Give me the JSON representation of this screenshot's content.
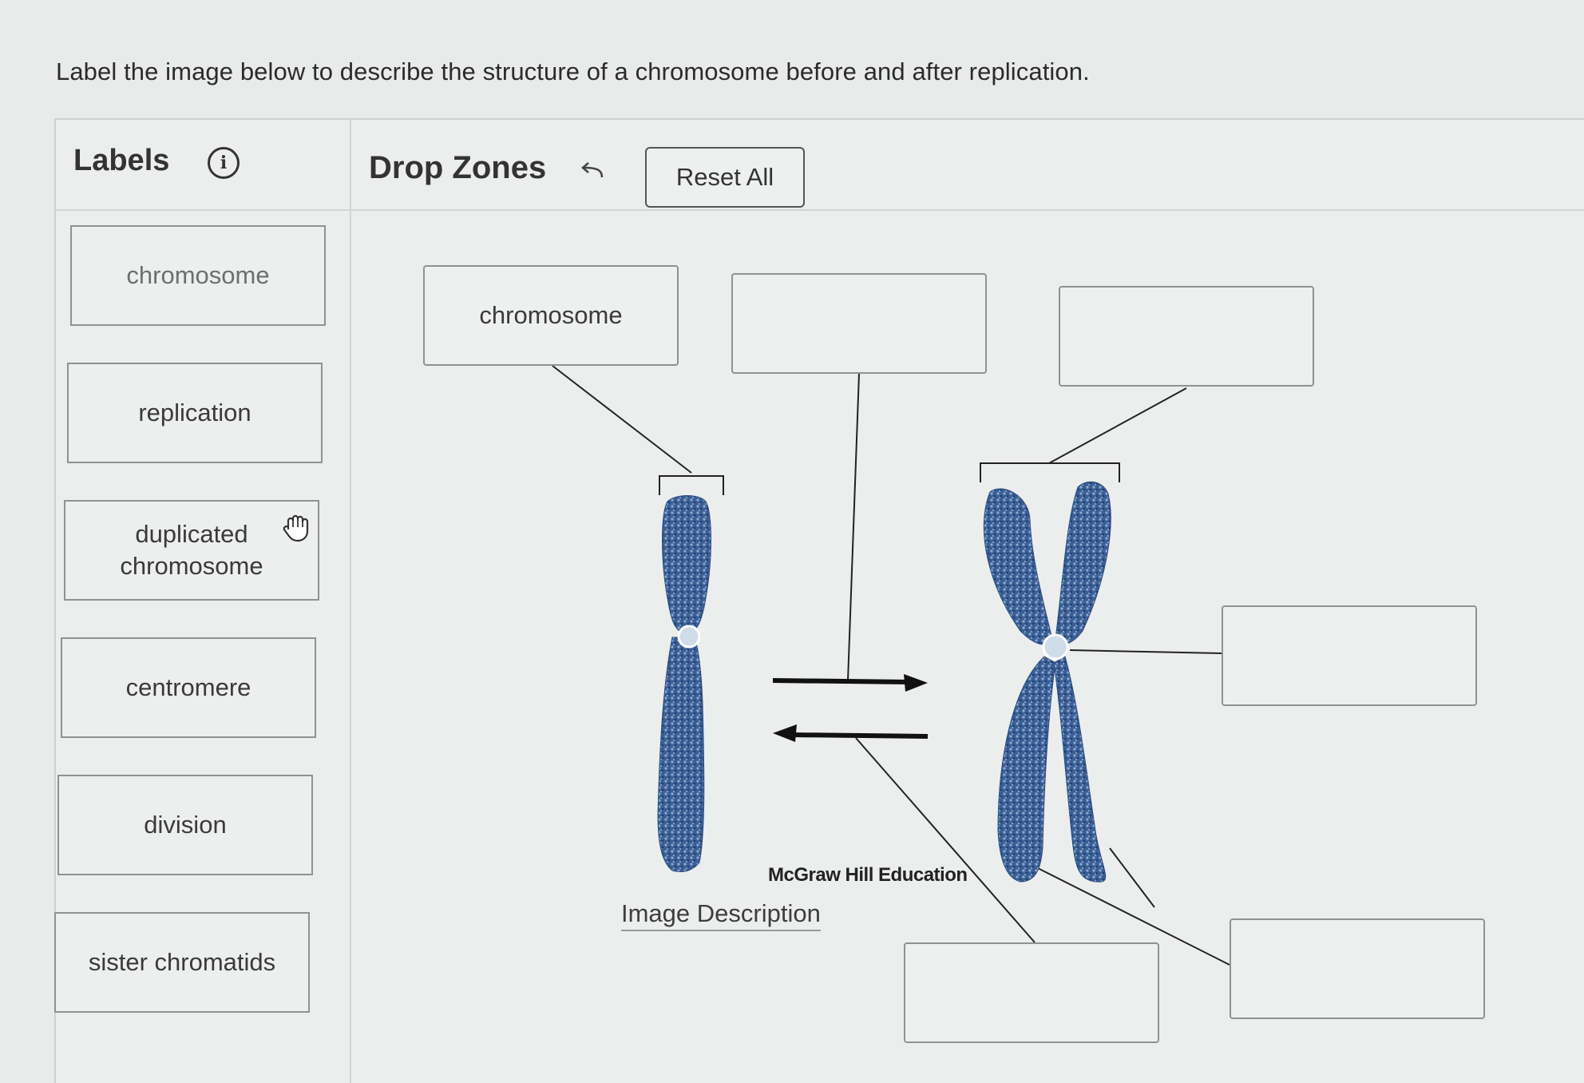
{
  "instruction": "Label the image below to describe the structure of a chromosome before and after replication.",
  "labels_panel": {
    "title": "Labels",
    "info_icon": "info-icon",
    "items": [
      {
        "text": "chromosome",
        "placed": true
      },
      {
        "text": "replication",
        "placed": false
      },
      {
        "text": "duplicated\nchromosome",
        "placed": false,
        "icon": "grab-hand-icon"
      },
      {
        "text": "centromere",
        "placed": false
      },
      {
        "text": "division",
        "placed": false
      },
      {
        "text": "sister chromatids",
        "placed": false
      }
    ]
  },
  "drop_zones_panel": {
    "title": "Drop Zones",
    "undo_icon": "undo-arrow-icon",
    "reset_label": "Reset All",
    "zones": [
      {
        "id": "zone-1",
        "value": "chromosome"
      },
      {
        "id": "zone-2",
        "value": ""
      },
      {
        "id": "zone-3",
        "value": ""
      },
      {
        "id": "zone-4",
        "value": ""
      },
      {
        "id": "zone-5",
        "value": ""
      },
      {
        "id": "zone-6",
        "value": ""
      }
    ]
  },
  "figure": {
    "credit": "McGraw Hill Education",
    "image_description_link": "Image Description"
  },
  "colors": {
    "chromosome_blue": "#3a5f96",
    "centromere": "#cfdcea",
    "background": "#e9ebea"
  }
}
